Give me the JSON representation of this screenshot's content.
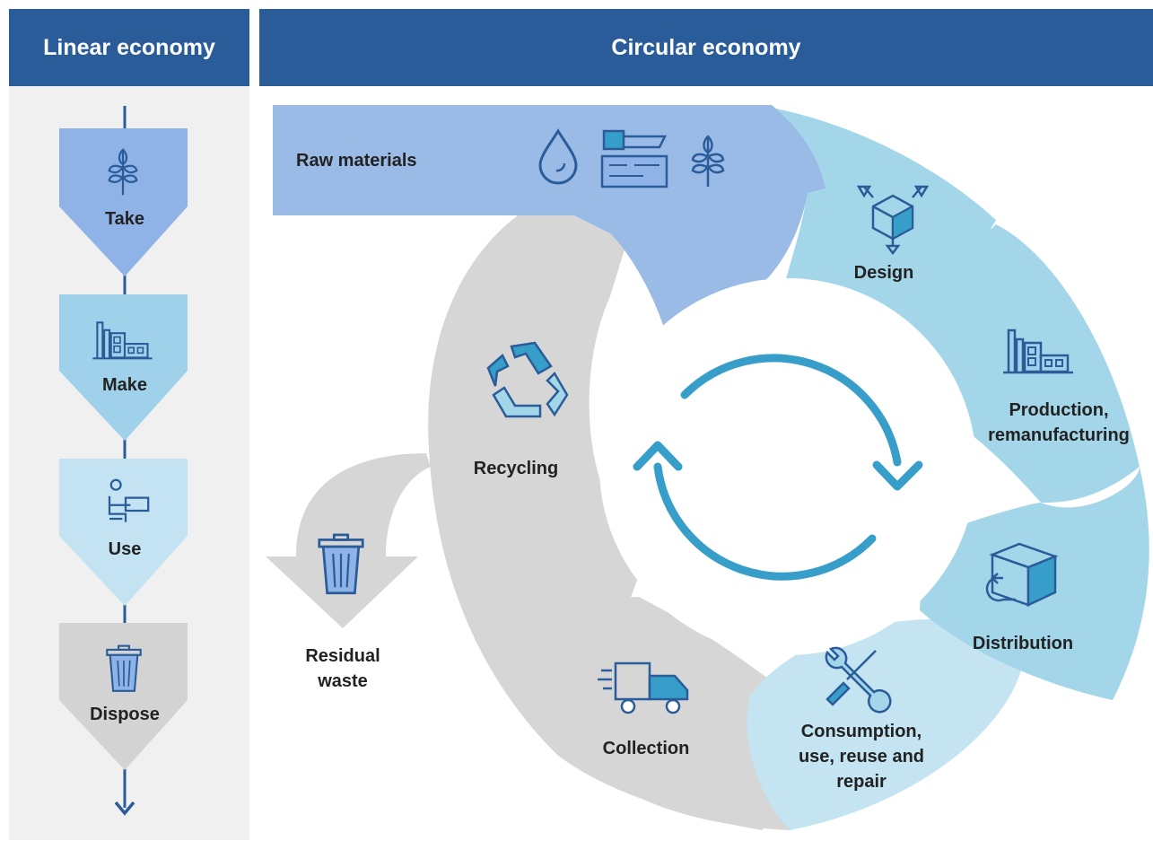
{
  "headers": {
    "linear": "Linear economy",
    "circular": "Circular economy"
  },
  "linear_steps": [
    {
      "label": "Take",
      "icon": "wheat-icon",
      "color": "#8fb3e6"
    },
    {
      "label": "Make",
      "icon": "factory-icon",
      "color": "#9fd2ea"
    },
    {
      "label": "Use",
      "icon": "person-desk-icon",
      "color": "#c3e3f2"
    },
    {
      "label": "Dispose",
      "icon": "trash-can-icon",
      "color": "#d3d3d3"
    }
  ],
  "circular": {
    "raw_materials": "Raw materials",
    "design": "Design",
    "production": "Production,\nremanufacturing",
    "distribution": "Distribution",
    "consumption": "Consumption,\nuse, reuse and\nrepair",
    "collection": "Collection",
    "recycling": "Recycling",
    "residual_waste": "Residual\nwaste"
  },
  "colors": {
    "header": "#2a5c9a",
    "raw_materials": "#9bbbe7",
    "design_stage": "#a4d6ea",
    "consumption_stage": "#c4e4f2",
    "grey_stage": "#d6d6d6",
    "cycle_arrows": "#369ec9",
    "icon_stroke": "#2a5c9a"
  }
}
